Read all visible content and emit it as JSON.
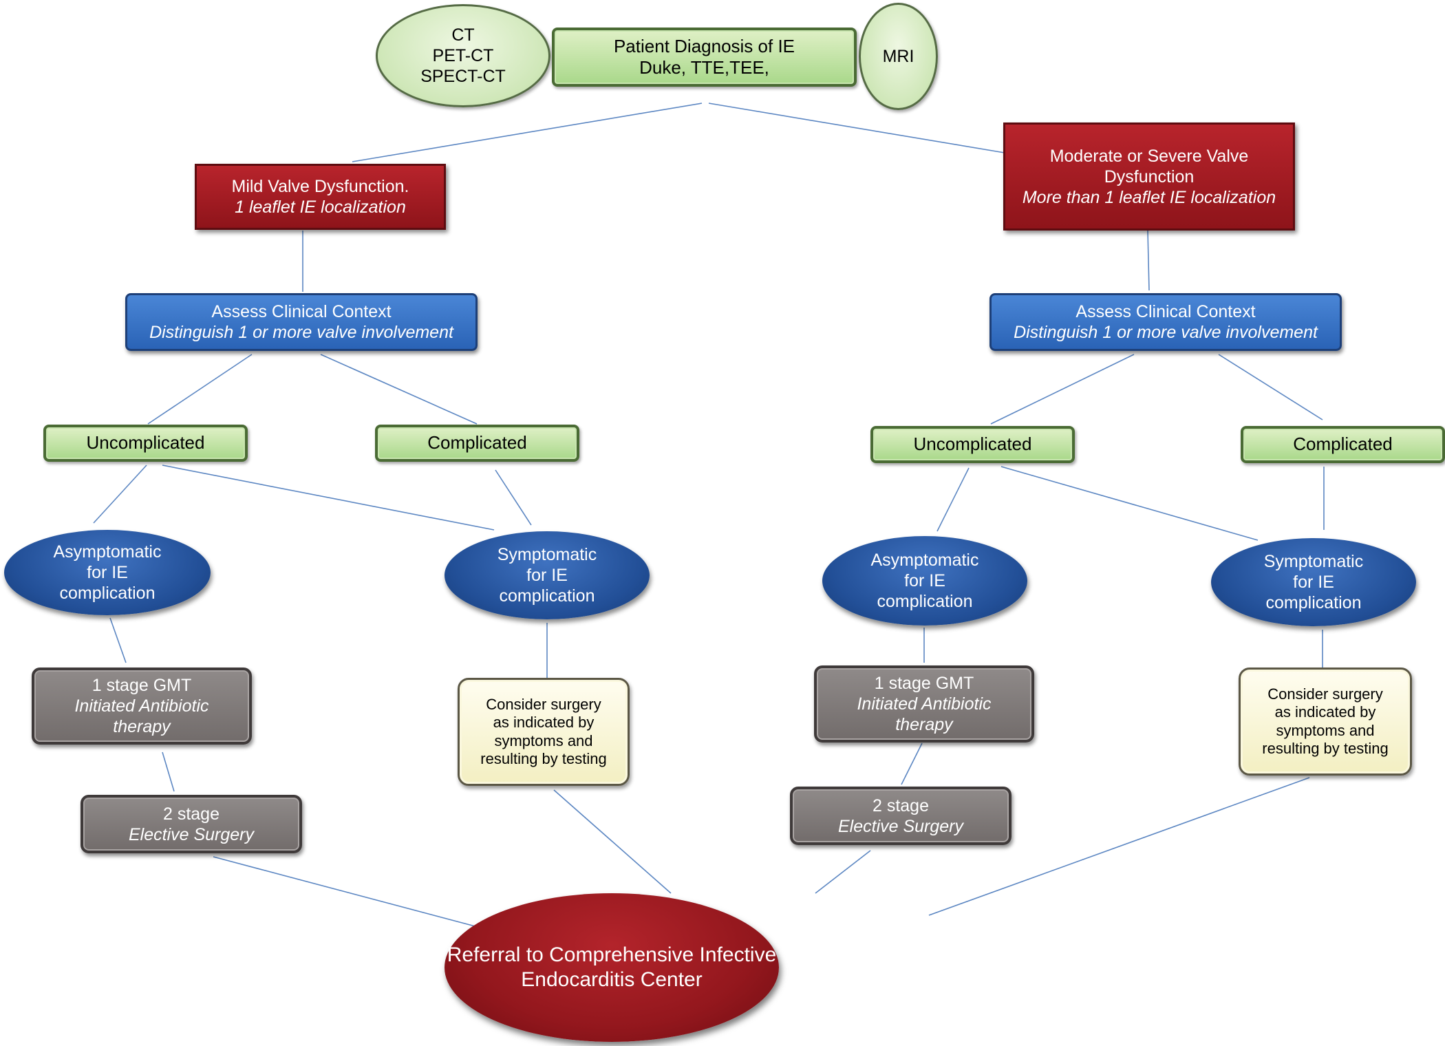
{
  "top": {
    "imaging_left": [
      "CT",
      "PET-CT",
      "SPECT-CT"
    ],
    "diagnosis": [
      "Patient Diagnosis of IE",
      "Duke, TTE,TEE,"
    ],
    "imaging_right": "MRI"
  },
  "left": {
    "severity": {
      "line1": "Mild Valve Dysfunction.",
      "line2": "1 leaflet IE localization"
    },
    "assess": {
      "line1": "Assess Clinical Context",
      "line2": "Distinguish 1 or more valve involvement"
    },
    "uncomplicated": "Uncomplicated",
    "complicated": "Complicated",
    "asymptomatic": [
      "Asymptomatic",
      "for IE",
      "complication"
    ],
    "symptomatic": [
      "Symptomatic",
      "for IE",
      "complication"
    ],
    "stage1": {
      "line1": "1 stage GMT",
      "line2": "Initiated Antibiotic",
      "line3": "therapy"
    },
    "stage2": {
      "line1": "2 stage",
      "line2": "Elective Surgery"
    },
    "surgery": [
      "Consider surgery",
      "as indicated  by",
      "symptoms  and",
      "resulting by testing"
    ]
  },
  "right": {
    "severity": {
      "line1": "Moderate or Severe Valve",
      "line2": "Dysfunction",
      "line3": "More than 1 leaflet IE localization"
    },
    "assess": {
      "line1": "Assess Clinical Context",
      "line2": "Distinguish 1 or more valve involvement"
    },
    "uncomplicated": "Uncomplicated",
    "complicated": "Complicated",
    "asymptomatic": [
      "Asymptomatic",
      "for IE",
      "complication"
    ],
    "symptomatic": [
      "Symptomatic",
      "for IE",
      "complication"
    ],
    "stage1": {
      "line1": "1 stage GMT",
      "line2": "Initiated Antibiotic",
      "line3": "therapy"
    },
    "stage2": {
      "line1": "2 stage",
      "line2": "Elective Surgery"
    },
    "surgery": [
      "Consider surgery",
      "as indicated  by",
      "symptoms  and",
      "resulting by testing"
    ]
  },
  "referral": [
    "Referral to Comprehensive Infective",
    "Endocarditis Center"
  ],
  "colors": {
    "connector": "#5b86c2",
    "red": "#9e1b22",
    "blue": "#2a5db0",
    "green": "#a9d88a",
    "gray": "#7d7877",
    "cream": "#fbf8dc"
  }
}
